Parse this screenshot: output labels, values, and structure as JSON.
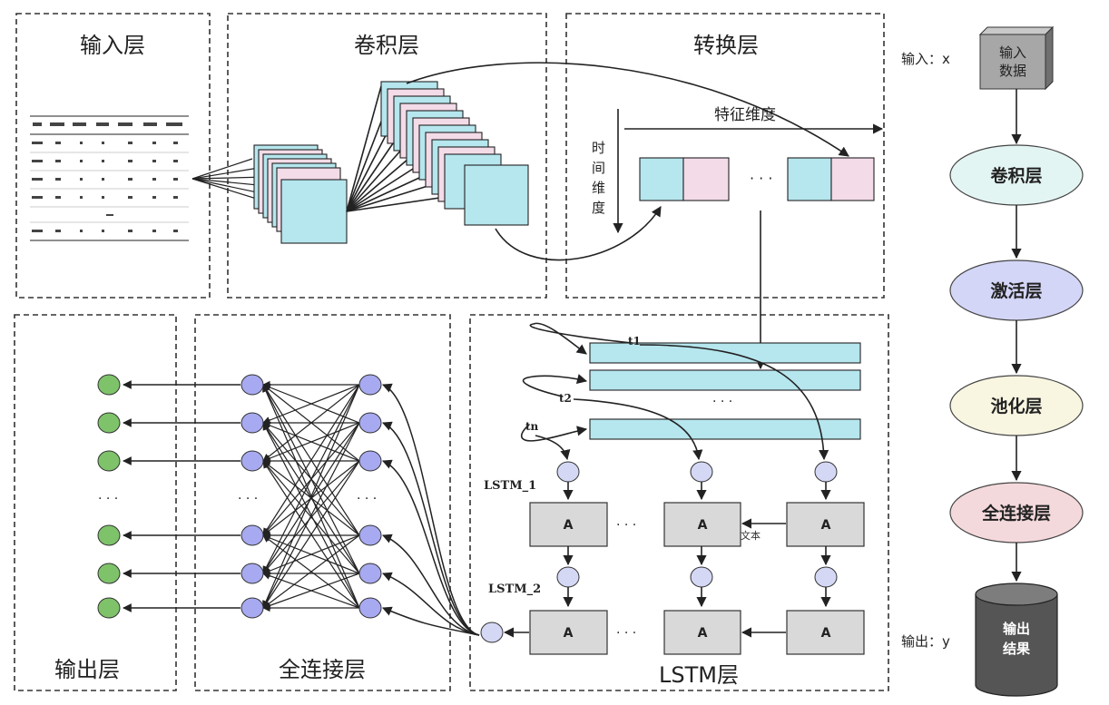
{
  "panels": {
    "input": "输入层",
    "conv": "卷积层",
    "transform": "转换层",
    "output": "输出层",
    "fc": "全连接层",
    "lstm": "LSTM层"
  },
  "transform": {
    "feature_axis": "特征维度",
    "time_axis": [
      "时",
      "间",
      "维",
      "度"
    ],
    "ellipsis": "· · ·"
  },
  "lstm": {
    "t_labels": [
      "t1",
      "t2",
      "tn"
    ],
    "layer1": "LSTM_1",
    "layer2": "LSTM_2",
    "cell": "A",
    "ellipsis": "· · ·",
    "stray_text": "文本"
  },
  "nn": {
    "ellipsis": "· · ·"
  },
  "flow": {
    "input_label": "输入：x",
    "input_box": [
      "输入",
      "数据"
    ],
    "steps": [
      "卷积层",
      "激活层",
      "池化层",
      "全连接层"
    ],
    "step_colors": [
      "#e3f5f3",
      "#d4d6f7",
      "#f8f5e1",
      "#f4d9dc"
    ],
    "output_label": "输出：y",
    "output_cyl": [
      "输出",
      "结果"
    ]
  }
}
